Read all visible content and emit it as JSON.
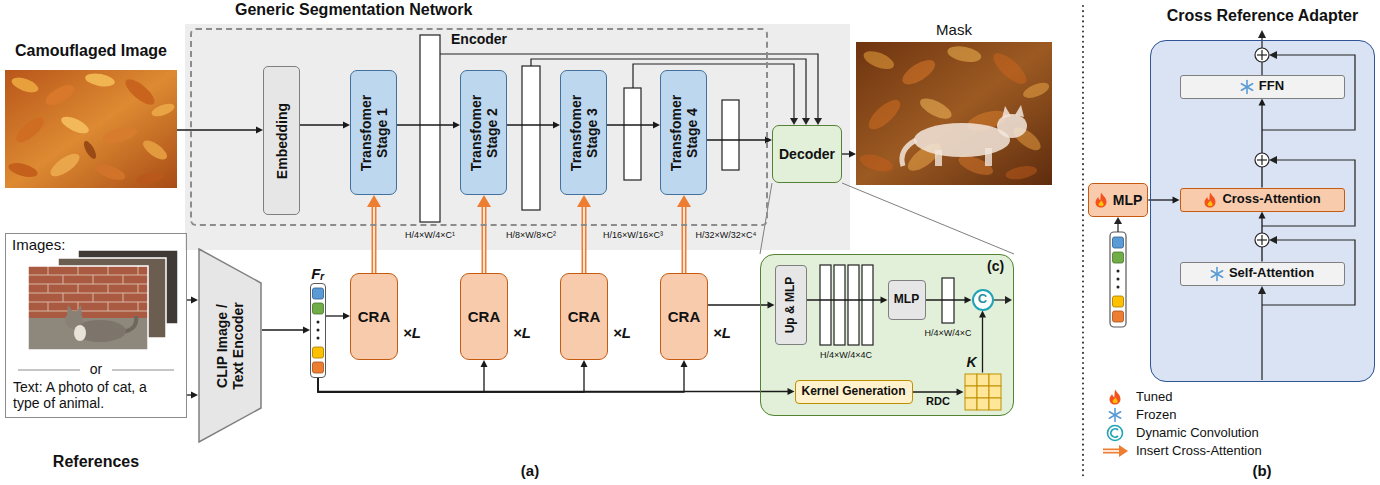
{
  "diagram": {
    "nodes": [
      {
        "text": [
          "Camouflaged Image"
        ]
      },
      {
        "text": [
          "Generic Segmentation Network"
        ]
      },
      {
        "text": [
          "Encoder"
        ],
        "in": 1
      },
      {
        "text": [
          "Embedding"
        ],
        "in": 2
      },
      {
        "text": [
          "Transfomer Stage 1"
        ],
        "in": 2
      },
      {
        "text": [
          "Transfomer Stage 2"
        ],
        "in": 2
      },
      {
        "text": [
          "Transfomer Stage 3"
        ],
        "in": 2
      },
      {
        "text": [
          "Transfomer Stage 4"
        ],
        "in": 2
      },
      {
        "text": [
          "Decoder"
        ],
        "in": 1
      },
      {
        "text": [
          "Mask"
        ]
      },
      {
        "text": [
          "Images:",
          "or",
          "Text: A photo of cat, a type of animal.",
          "References"
        ]
      },
      {
        "text": [
          "CLIP Image / Text Encoder"
        ]
      },
      {
        "text": [
          "Fᵣ"
        ]
      },
      {
        "text": [
          "CRA",
          "×L"
        ]
      },
      {
        "text": [
          "CRA",
          "×L"
        ]
      },
      {
        "text": [
          "CRA",
          "×L"
        ]
      },
      {
        "text": [
          "CRA",
          "×L"
        ]
      },
      {
        "text": [
          "(c)"
        ]
      },
      {
        "text": [
          "Up & MLP"
        ],
        "in": 17
      },
      {
        "text": [
          "MLP"
        ],
        "in": 17
      },
      {
        "text": [
          "Kernel Generation"
        ],
        "in": 17
      },
      {
        "text": [
          "C"
        ],
        "in": 17
      },
      {
        "text": [
          "K"
        ],
        "in": 17
      },
      {
        "text": [
          "Cross Reference Adapter"
        ]
      },
      {
        "text": [
          "Self-Attention"
        ],
        "in": 23
      },
      {
        "text": [
          "Cross-Attention"
        ],
        "in": 23
      },
      {
        "text": [
          "FFN"
        ],
        "in": 23
      },
      {
        "text": [
          "MLP"
        ]
      }
    ],
    "edges": [
      {
        "from": 0,
        "to": 3,
        "arrow": "to"
      },
      {
        "from": 3,
        "to": 4,
        "arrow": "to"
      },
      {
        "from": 4,
        "to": 5,
        "arrow": "to"
      },
      {
        "from": 5,
        "to": 6,
        "arrow": "to"
      },
      {
        "from": 6,
        "to": 7,
        "arrow": "to"
      },
      {
        "from": 7,
        "to": 8,
        "arrow": "to"
      },
      {
        "from": 8,
        "to": 9,
        "arrow": "to"
      },
      {
        "from": 10,
        "to": 11,
        "arrow": "to"
      },
      {
        "from": 10,
        "to": 11,
        "arrow": "to"
      },
      {
        "from": 11,
        "to": 12,
        "arrow": "to"
      },
      {
        "from": 12,
        "to": 13,
        "arrow": "to"
      },
      {
        "from": 12,
        "to": 14,
        "arrow": "to"
      },
      {
        "from": 12,
        "to": 15,
        "arrow": "to"
      },
      {
        "from": 12,
        "to": 16,
        "arrow": "to"
      },
      {
        "from": 12,
        "to": 20,
        "arrow": "to"
      },
      {
        "from": 16,
        "to": 18,
        "arrow": "to"
      },
      {
        "from": 13,
        "to": 4,
        "arrow": "to"
      },
      {
        "from": 14,
        "to": 5,
        "arrow": "to"
      },
      {
        "from": 15,
        "to": 6,
        "arrow": "to"
      },
      {
        "from": 16,
        "to": 7,
        "arrow": "to"
      },
      {
        "from": 8,
        "to": 17,
        "arrow": "none"
      },
      {
        "from": 8,
        "to": 17,
        "arrow": "none"
      },
      {
        "from": 18,
        "to": 19,
        "arrow": "to"
      },
      {
        "from": 19,
        "to": 21,
        "arrow": "to"
      },
      {
        "from": 20,
        "to": 22,
        "label": "RDC",
        "arrow": "to"
      },
      {
        "from": 22,
        "to": 21,
        "arrow": "to"
      },
      {
        "from": 27,
        "to": 25,
        "arrow": "to"
      },
      {
        "from": 24,
        "to": 25,
        "arrow": "to"
      },
      {
        "from": 25,
        "to": 26,
        "arrow": "to"
      }
    ],
    "labels": [
      "H/4×W/4×C¹",
      "H/8×W/8×C²",
      "H/16×W/16×C³",
      "H/32×W/32×C⁴",
      "H/4×W/4×4C",
      "H/4×W/4×C",
      "(a)",
      "(b)"
    ],
    "legend": [
      {
        "text": "Tuned"
      },
      {
        "text": "Frozen"
      },
      {
        "text": "Dynamic Convolution"
      },
      {
        "text": "Insert Cross-Attention"
      }
    ]
  }
}
